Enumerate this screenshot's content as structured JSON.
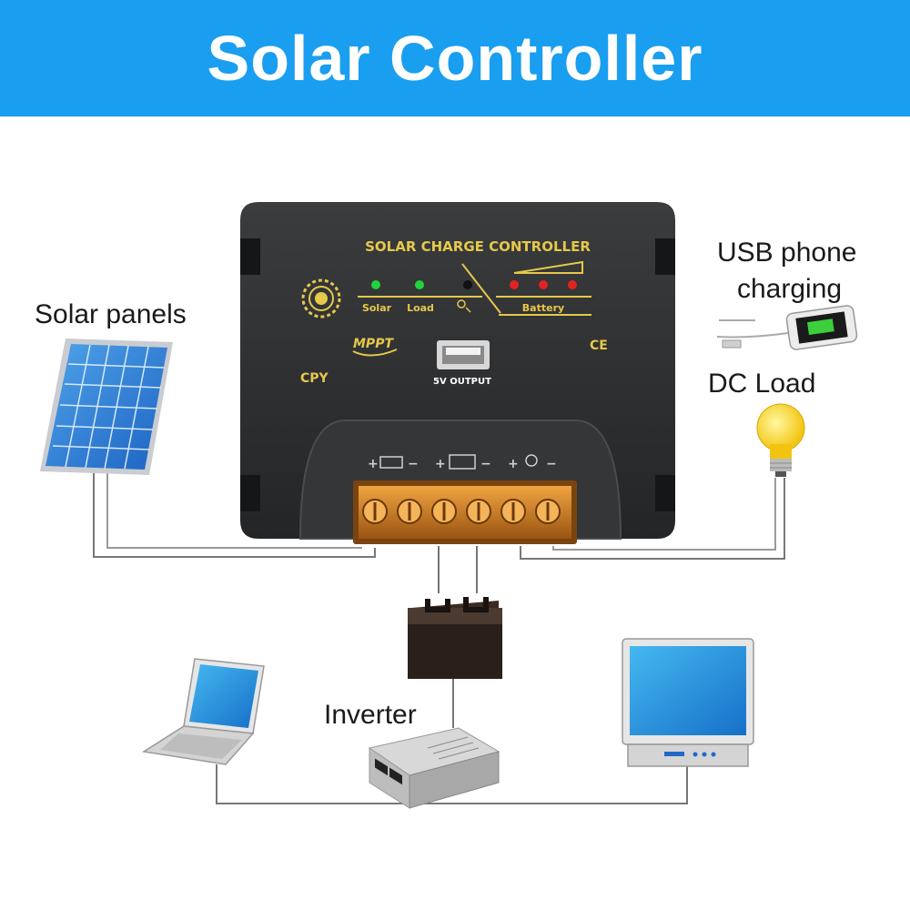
{
  "header": {
    "title": "Solar Controller"
  },
  "labels": {
    "solar_panels": "Solar panels",
    "usb_line1": "USB phone",
    "usb_line2": "charging",
    "dc_load": "DC Load",
    "inverter": "Inverter"
  },
  "controller": {
    "title": "SOLAR CHARGE CONTROLLER",
    "led_solar": "Solar",
    "led_load": "Load",
    "led_battery": "Battery",
    "mode": "MPPT",
    "brand": "CPY",
    "cert": "CE",
    "usb_port_label": "5V OUTPUT",
    "terminal_plus": "+",
    "terminal_minus": "−"
  },
  "colors": {
    "banner": "#1a9ef0",
    "controller_body": "#2a2c2e",
    "accent_yellow": "#e6c84a",
    "led_green": "#22d23a",
    "led_red": "#e32222",
    "terminal_orange": "#d9862a",
    "wire": "#777777"
  },
  "icons": {
    "sun": "sun-icon",
    "solar_panel": "solar-panel-icon",
    "phone": "smartphone-icon",
    "bulb": "light-bulb-icon",
    "battery": "battery-icon",
    "inverter": "inverter-icon",
    "laptop": "laptop-icon",
    "monitor": "monitor-icon",
    "usb": "usb-port-icon"
  }
}
